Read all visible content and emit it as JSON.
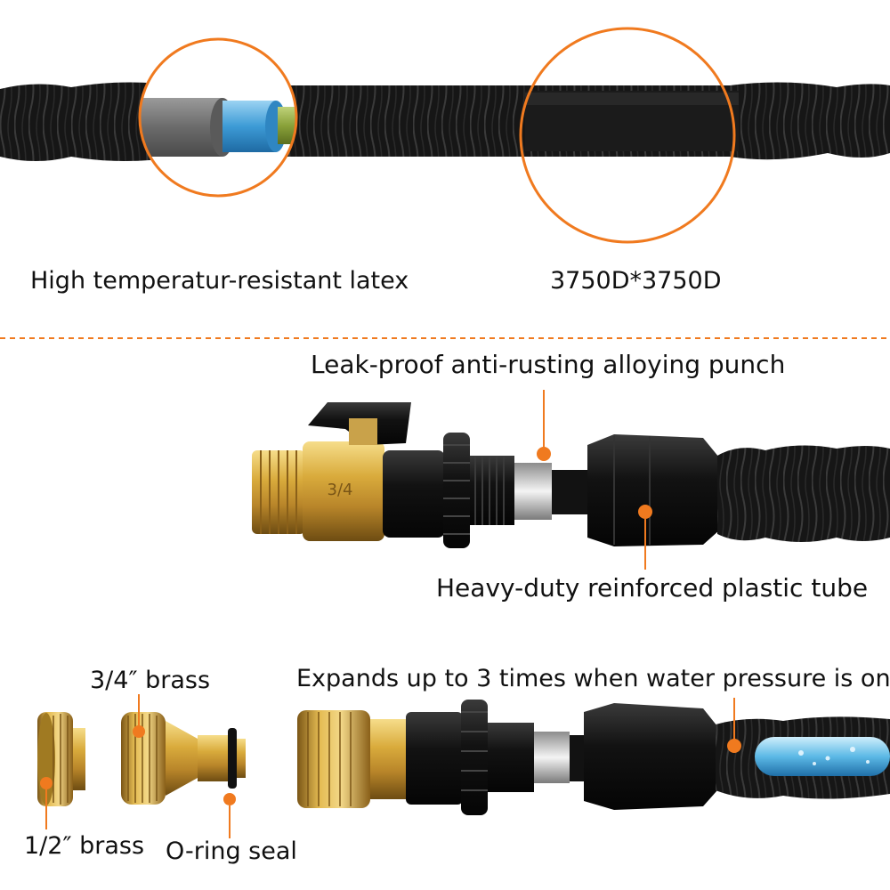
{
  "labels": {
    "latex": "High temperatur-resistant latex",
    "denier": "3750D*3750D",
    "punch": "Leak-proof anti-rusting alloying punch",
    "plastic_tube": "Heavy-duty reinforced plastic tube",
    "expands": "Expands up to 3 times when water pressure is on",
    "brass_3_4": "3/4″ brass",
    "brass_1_2": "1/2″ brass",
    "oring": "O-ring seal",
    "valve_marking": "3/4"
  },
  "colors": {
    "accent": "#f07a1f",
    "hose_black": "#141414",
    "brass": "#d6a93a",
    "latex_green": "#8aa23a",
    "tube_blue": "#3d9bd6",
    "outer_gray": "#6f6f6f"
  }
}
